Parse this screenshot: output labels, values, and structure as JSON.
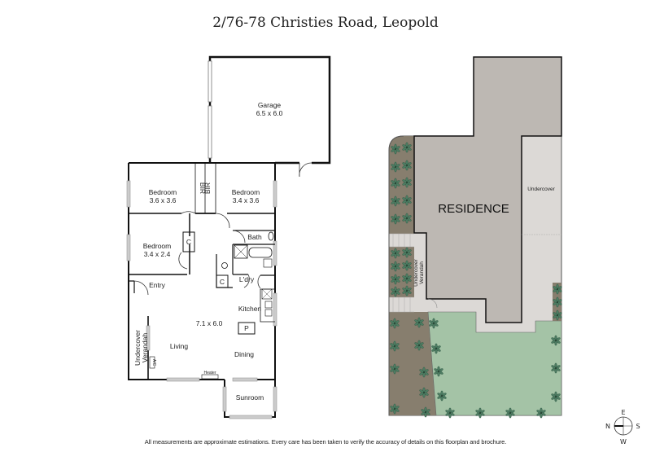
{
  "title": "2/76-78 Christies Road, Leopold",
  "footer": "All measurements are approximate estimations. Every care has been taken to verify the accuracy of details on this floorplan and brochure.",
  "floorplan": {
    "rooms": [
      {
        "name": "Garage",
        "size": "6.5 x 6.0"
      },
      {
        "name": "Bedroom",
        "size": "3.6 x 3.6"
      },
      {
        "name": "Bedroom",
        "size": "3.4 x 3.6"
      },
      {
        "name": "Bedroom",
        "size": "3.4 x 2.4"
      },
      {
        "name": "Bath"
      },
      {
        "name": "L'dry"
      },
      {
        "name": "Kitchen"
      },
      {
        "name": "Entry"
      },
      {
        "name": "Living"
      },
      {
        "name": "Dining"
      },
      {
        "name": "Sunroom"
      },
      {
        "name": "Undercover Verandah"
      }
    ],
    "living_size": "7.1 x 6.0",
    "labels": {
      "bir1": "BIR",
      "bir2": "BIR",
      "cupboard1": "C",
      "cupboard2": "C",
      "pantry": "P",
      "heater": "Heater",
      "ac": "A/C",
      "verandah_line1": "Undercover",
      "verandah_line2": "Verandah"
    }
  },
  "siteplan": {
    "residence": "RESIDENCE",
    "undercover": "Undercover",
    "verandah_line1": "Undercover",
    "verandah_line2": "Verandah",
    "colors": {
      "residence": "#bdb8b3",
      "undercover": "#dcd9d6",
      "garden_bed": "#877e6e",
      "lawn": "#a4c3a6",
      "plant": "#4d7c62"
    }
  },
  "compass": {
    "north": "N",
    "east": "E",
    "south": "S",
    "west": "W"
  }
}
